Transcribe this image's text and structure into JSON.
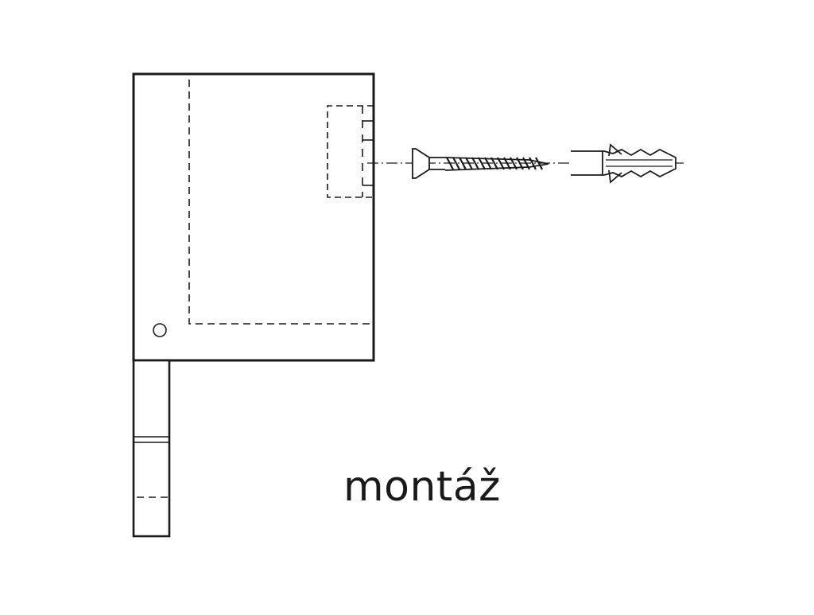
{
  "caption": "montáž",
  "colors": {
    "line": "#1a1a1a",
    "background": "#ffffff"
  },
  "parts": [
    "bracket",
    "mounting-hole",
    "hinge-leaf",
    "screw",
    "wall-plug"
  ]
}
